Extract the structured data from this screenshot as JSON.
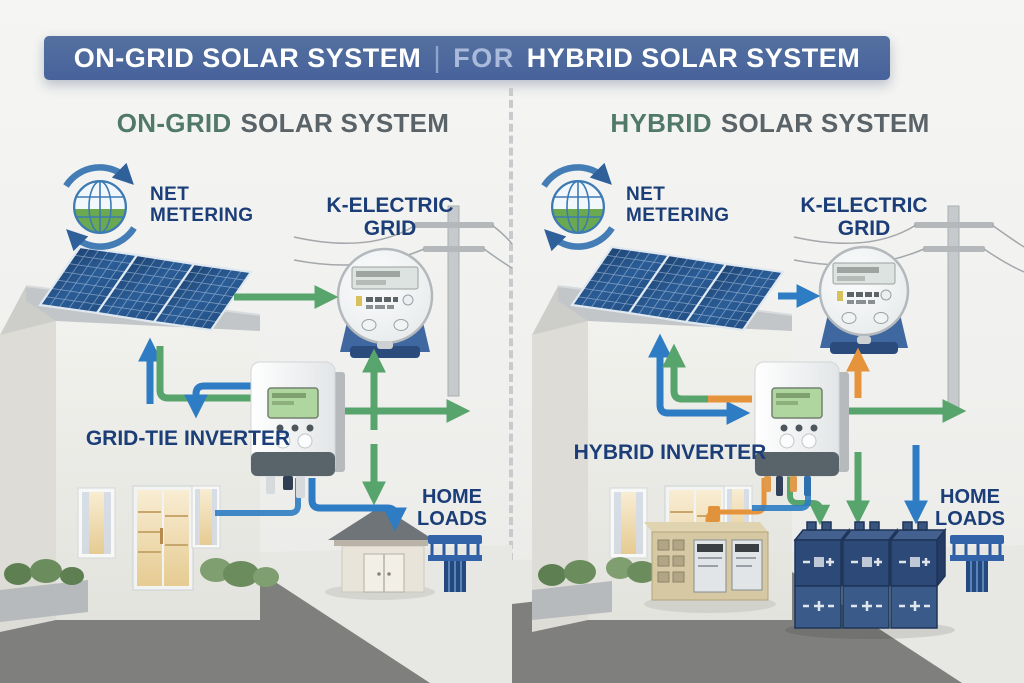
{
  "banner": {
    "left_title": "ON-GRID SOLAR SYSTEM",
    "separator": "|",
    "connector": "FOR",
    "right_title": "HYBRID SOLAR SYSTEM"
  },
  "panels": {
    "left": {
      "heading_accent": "ON-GRID",
      "heading_rest": "SOLAR SYSTEM",
      "net_metering": {
        "line1": "NET",
        "line2": "METERING"
      },
      "grid_label": {
        "line1": "K-ELECTRIC",
        "line2": "GRID"
      },
      "inverter_label": {
        "bold": "GRID-TIE",
        "rest": "INVERTER"
      },
      "home_loads": {
        "line1": "HOME",
        "line2": "LOADS"
      }
    },
    "right": {
      "heading_accent": "HYBRID",
      "heading_rest": "SOLAR SYSTEM",
      "net_metering": {
        "line1": "NET",
        "line2": "METERING"
      },
      "grid_label": {
        "line1": "K-ELECTRIC",
        "line2": "GRID"
      },
      "inverter_label": {
        "bold": "HYBRID",
        "rest": "INVERTER"
      },
      "home_loads": {
        "line1": "HOME",
        "line2": "LOADS"
      }
    }
  },
  "icons": {
    "net_metering_icon": "globe-with-circular-arrows",
    "home_loads_icon": "blue-building",
    "meter_icon": "round-electric-meter",
    "pole_icon": "utility-pole-with-wires"
  },
  "colors": {
    "banner_bg": "#4d69a2",
    "banner_text": "#ffffff",
    "banner_muted": "#a9badb",
    "heading_accent": "#50796b",
    "heading_rest": "#596368",
    "label_navy": "#1c3e78",
    "arrow_green": "#57a46c",
    "arrow_blue": "#2e7cc3",
    "arrow_orange": "#e5943c",
    "solar_panel_blue": "#27507f",
    "battery_navy": "#2c4977"
  }
}
